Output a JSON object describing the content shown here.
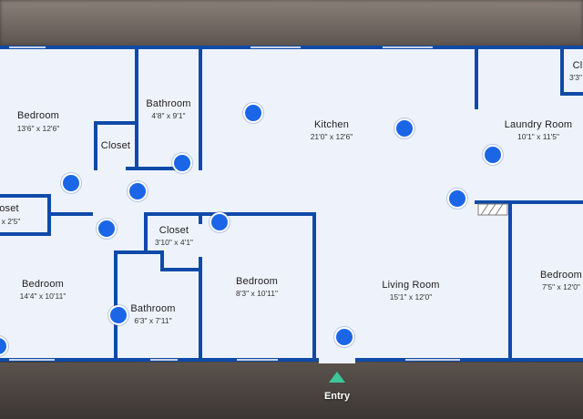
{
  "rooms": {
    "bedroom_nw": {
      "name": "Bedroom",
      "dims": "13'6\" x 12'6\""
    },
    "bathroom_top": {
      "name": "Bathroom",
      "dims": "4'8\" x 9'1\""
    },
    "closet_top": {
      "name": "Closet"
    },
    "closet_left": {
      "name": "oset",
      "dims": "x 2'5\""
    },
    "kitchen": {
      "name": "Kitchen",
      "dims": "21'0\" x 12'6\""
    },
    "laundry": {
      "name": "Laundry Room",
      "dims": "10'1\" x 11'5\""
    },
    "closet_ne": {
      "name": "Cl",
      "dims": "3'3\""
    },
    "closet_mid": {
      "name": "Closet",
      "dims": "3'10\" x 4'1\""
    },
    "bedroom_sw": {
      "name": "Bedroom",
      "dims": "14'4\" x 10'11\""
    },
    "bathroom_bottom": {
      "name": "Bathroom",
      "dims": "6'3\" x 7'11\""
    },
    "bedroom_mid": {
      "name": "Bedroom",
      "dims": "8'3\" x 10'11\""
    },
    "living_room": {
      "name": "Living Room",
      "dims": "15'1\" x 12'0\""
    },
    "bedroom_se": {
      "name": "Bedroom",
      "dims": "7'5\" x 12'0\""
    }
  },
  "entry": {
    "label": "Entry"
  },
  "colors": {
    "wall": "#0f4aa8",
    "floor": "#eef3fb",
    "hotspot": "#1a66e6",
    "entry_arrow": "#3cc79b"
  },
  "icons": {
    "hotspot": "blue-circle",
    "entry": "green-triangle-up"
  }
}
